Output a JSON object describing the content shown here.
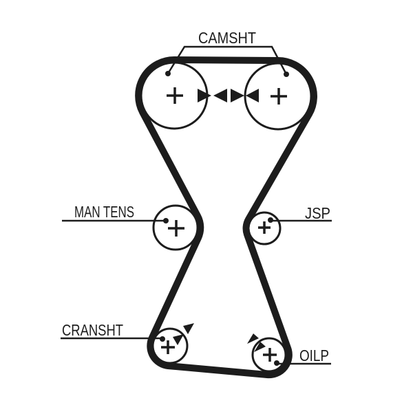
{
  "diagram": {
    "type": "timing-belt-routing",
    "background": "#ffffff",
    "ink_color": "#1c1c1c",
    "labels": {
      "camshaft": "CAMSHT",
      "manual_tensioner": "MAN TENS",
      "jockey_pulley": "JSP",
      "crankshaft": "CRANSHT",
      "oil_pump": "OILP"
    },
    "markers": {
      "pulley_center": "+",
      "belt_alignment": "facing-triangle-pairs",
      "rotation": "double-chevron-arrows"
    }
  }
}
